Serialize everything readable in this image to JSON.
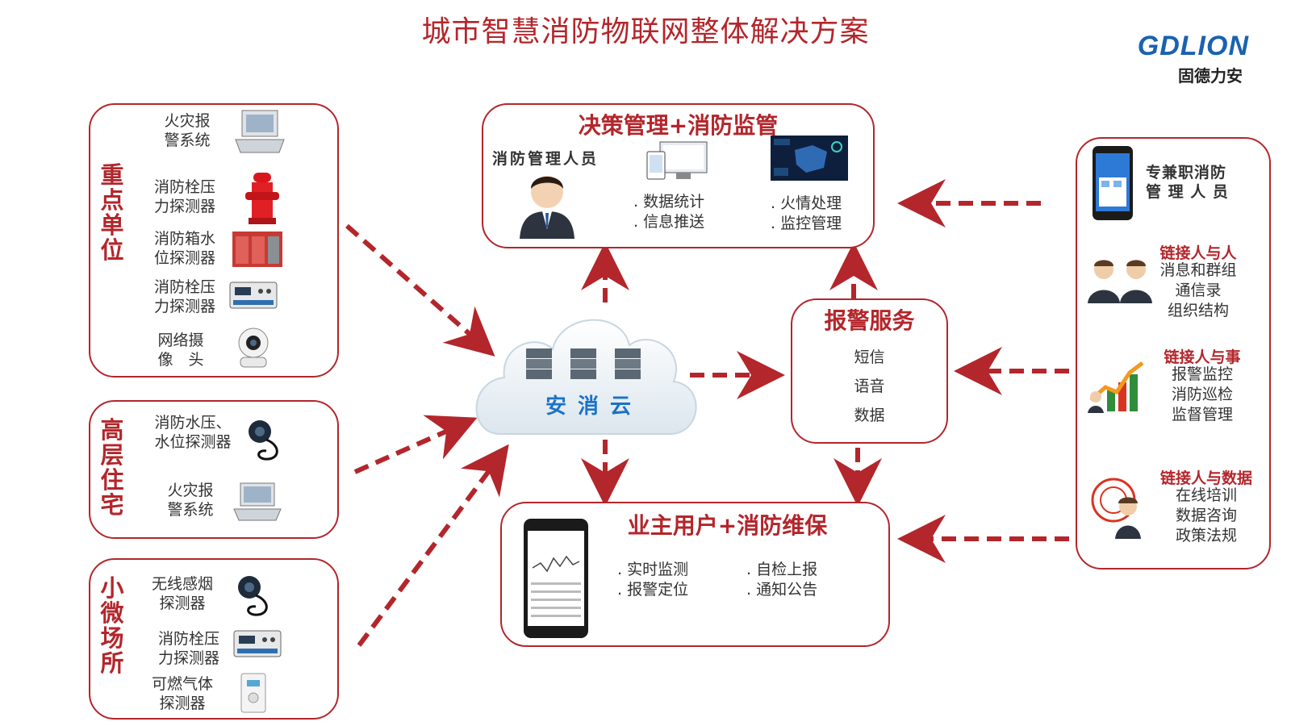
{
  "title": "城市智慧消防物联网整体解决方案",
  "logo": {
    "main": "GDLION",
    "sub": "固德力安"
  },
  "key_units": {
    "label": "重点单位",
    "devices": [
      "火灾报\n警系统",
      "消防栓压\n力探测器",
      "消防箱水\n位探测器",
      "消防栓压\n力探测器",
      "网络摄\n像　头"
    ]
  },
  "high_rise": {
    "label": "高层住宅",
    "devices": [
      "消防水压、\n水位探测器",
      "火灾报\n警系统"
    ]
  },
  "small_venues": {
    "label": "小微场所",
    "devices": [
      "无线感烟\n探测器",
      "消防栓压\n力探测器",
      "可燃气体\n探测器"
    ]
  },
  "decision": {
    "title": "决策管理+消防监管",
    "personnel": "消防管理人员",
    "col1": ". 数据统计\n. 信息推送",
    "col2": ". 火情处理\n. 监控管理"
  },
  "cloud": {
    "label": "安消云"
  },
  "alarm": {
    "title": "报警服务",
    "items": [
      "短信",
      "语音",
      "数据"
    ]
  },
  "owner": {
    "title": "业主用户+消防维保",
    "col1": ". 实时监测\n. 报警定位",
    "col2": ". 自检上报\n. 通知公告"
  },
  "right_panel": {
    "staff": "专兼职消防\n管 理 人 员",
    "blocks": [
      {
        "title": "链接人与人",
        "text": "消息和群组\n通信录\n组织结构"
      },
      {
        "title": "链接人与事",
        "text": "报警监控\n消防巡检\n监督管理"
      },
      {
        "title": "链接人与数据",
        "text": "在线培训\n数据咨询\n政策法规"
      }
    ]
  },
  "colors": {
    "accent": "#b3262b",
    "cloud_text": "#1a72c8",
    "logo": "#1a62b0"
  }
}
